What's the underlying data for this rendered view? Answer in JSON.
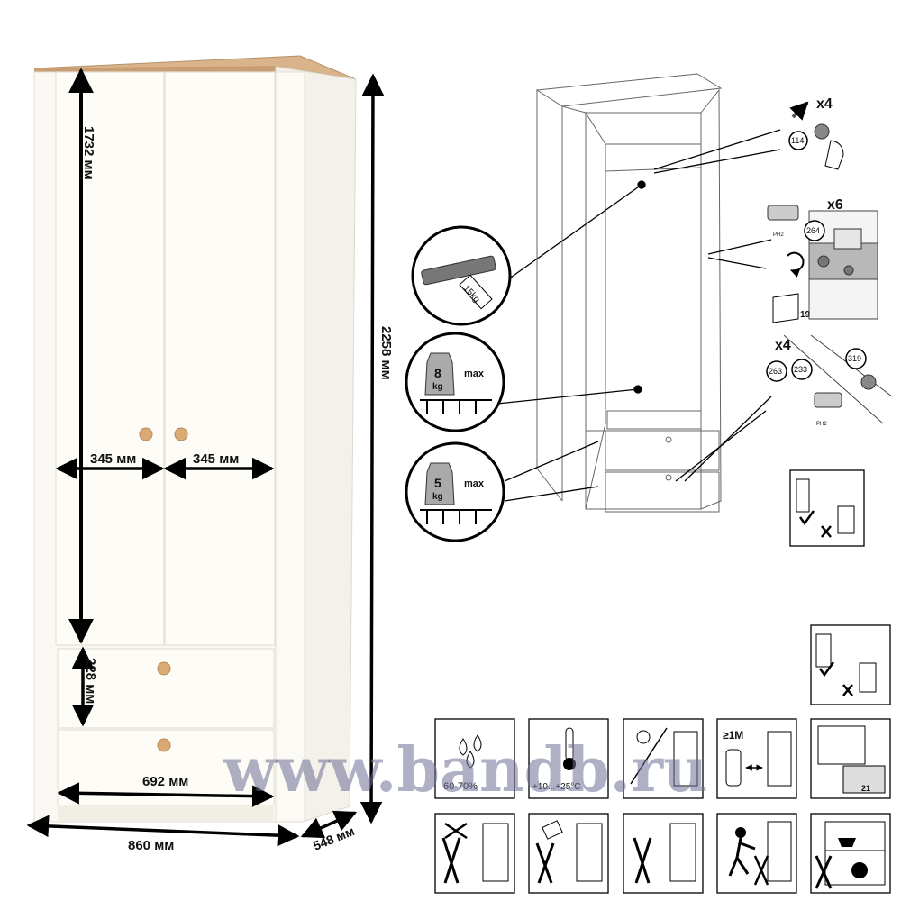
{
  "dimensions": {
    "door_height": "1732 мм",
    "total_height": "2258 мм",
    "door_width_left": "345 мм",
    "door_width_right": "345 мм",
    "drawer_height": "228 мм",
    "inner_width": "692 мм",
    "total_width": "860 мм",
    "depth": "548 мм"
  },
  "assembly": {
    "qty_top": "x4",
    "part_114": "114",
    "qty_hinges": "x6",
    "part_264": "264",
    "screwdriver_label": "PH2",
    "page_ref": "19",
    "qty_drawers": "x4",
    "part_263": "263",
    "part_233": "233",
    "part_319": "319",
    "rail_load": "15kg",
    "shelf_load_value": "8",
    "shelf_load_unit": "kg",
    "shelf_load_max": "max",
    "drawer_load_value": "5",
    "drawer_load_unit": "kg",
    "drawer_load_max": "max"
  },
  "care": {
    "humidity": "60-70%",
    "temperature": "+10...+25°C",
    "distance": "≥1M",
    "page": "21"
  },
  "watermark": "www.bandb.ru"
}
